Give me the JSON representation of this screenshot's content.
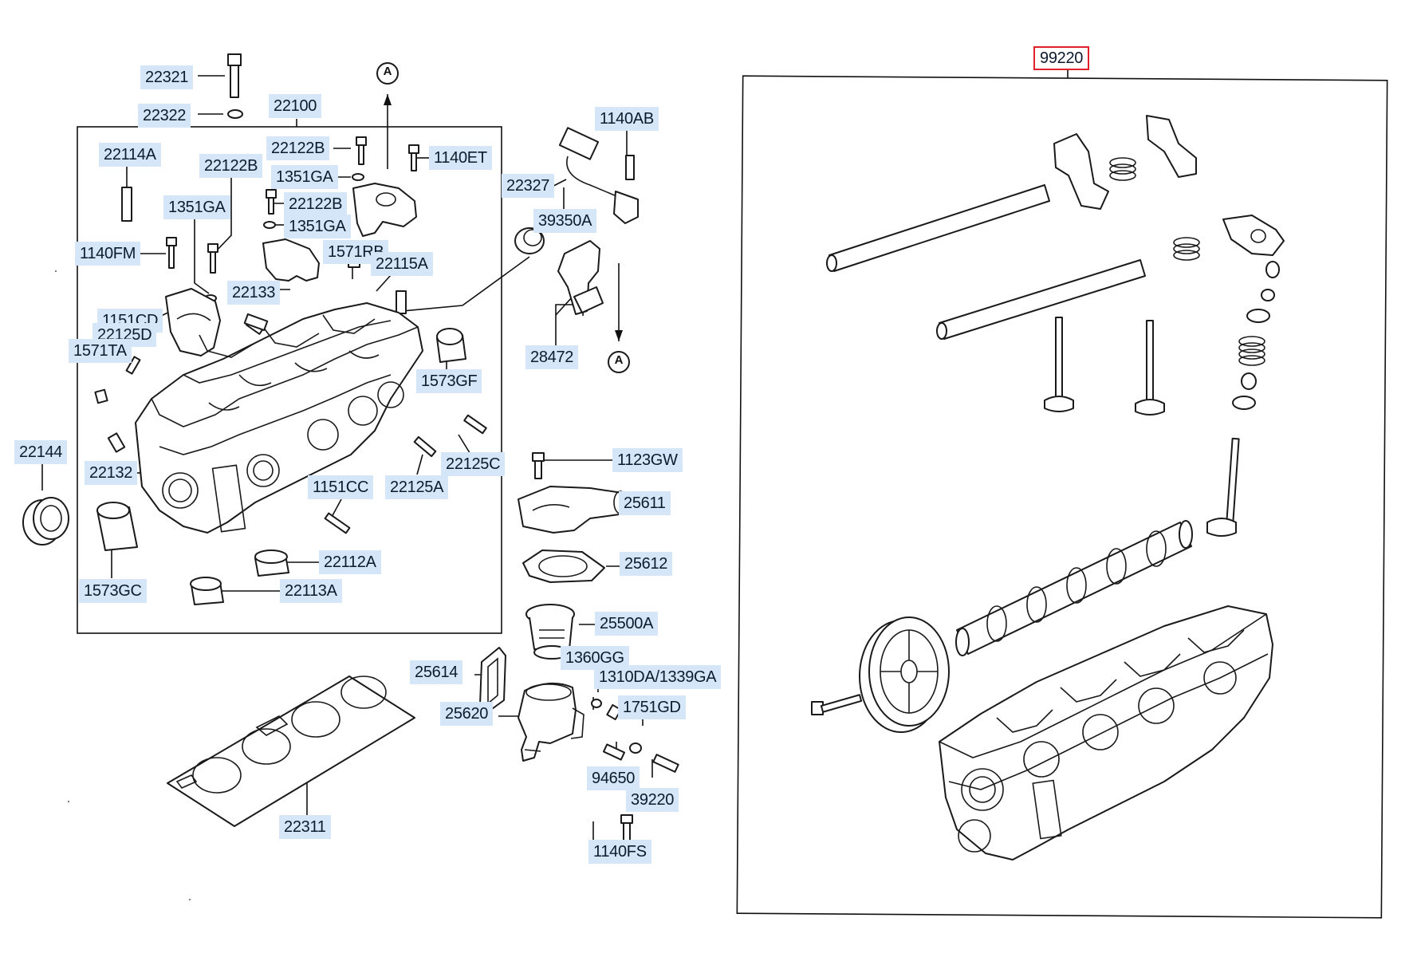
{
  "diagram": {
    "detail_marker": "A",
    "callouts": [
      {
        "id": "22321",
        "text": "22321"
      },
      {
        "id": "22322",
        "text": "22322"
      },
      {
        "id": "22100",
        "text": "22100"
      },
      {
        "id": "22122B_a",
        "text": "22122B"
      },
      {
        "id": "1140ET",
        "text": "1140ET"
      },
      {
        "id": "1351GA_a",
        "text": "1351GA"
      },
      {
        "id": "22114A",
        "text": "22114A"
      },
      {
        "id": "22122B_b",
        "text": "22122B"
      },
      {
        "id": "22122B_c",
        "text": "22122B"
      },
      {
        "id": "1351GA_b",
        "text": "1351GA"
      },
      {
        "id": "1351GA_c",
        "text": "1351GA"
      },
      {
        "id": "1140FM",
        "text": "1140FM"
      },
      {
        "id": "1571RB",
        "text": "1571RB"
      },
      {
        "id": "22115A",
        "text": "22115A"
      },
      {
        "id": "22133",
        "text": "22133"
      },
      {
        "id": "1151CD",
        "text": "1151CD"
      },
      {
        "id": "22125D",
        "text": "22125D"
      },
      {
        "id": "1571TA",
        "text": "1571TA"
      },
      {
        "id": "1573GF",
        "text": "1573GF"
      },
      {
        "id": "22144",
        "text": "22144"
      },
      {
        "id": "22132",
        "text": "22132"
      },
      {
        "id": "22125C",
        "text": "22125C"
      },
      {
        "id": "1151CC",
        "text": "1151CC"
      },
      {
        "id": "22125A",
        "text": "22125A"
      },
      {
        "id": "22112A",
        "text": "22112A"
      },
      {
        "id": "1573GC",
        "text": "1573GC"
      },
      {
        "id": "22113A",
        "text": "22113A"
      },
      {
        "id": "1140AB",
        "text": "1140AB"
      },
      {
        "id": "22327",
        "text": "22327"
      },
      {
        "id": "39350A",
        "text": "39350A"
      },
      {
        "id": "28472",
        "text": "28472"
      },
      {
        "id": "1123GW",
        "text": "1123GW"
      },
      {
        "id": "25611",
        "text": "25611"
      },
      {
        "id": "25612",
        "text": "25612"
      },
      {
        "id": "25500A",
        "text": "25500A"
      },
      {
        "id": "1360GG",
        "text": "1360GG"
      },
      {
        "id": "25614",
        "text": "25614"
      },
      {
        "id": "1310DA_1339GA",
        "text": "1310DA/1339GA"
      },
      {
        "id": "1751GD",
        "text": "1751GD"
      },
      {
        "id": "25620",
        "text": "25620"
      },
      {
        "id": "94650",
        "text": "94650"
      },
      {
        "id": "39220",
        "text": "39220"
      },
      {
        "id": "1140FS",
        "text": "1140FS"
      },
      {
        "id": "22311",
        "text": "22311"
      },
      {
        "id": "99220",
        "text": "99220",
        "highlighted": true
      }
    ]
  },
  "colors": {
    "label_bg": "#d4e6f7",
    "label_text": "#0d1b2e",
    "highlight_border": "#e0202a",
    "line": "#111111"
  }
}
